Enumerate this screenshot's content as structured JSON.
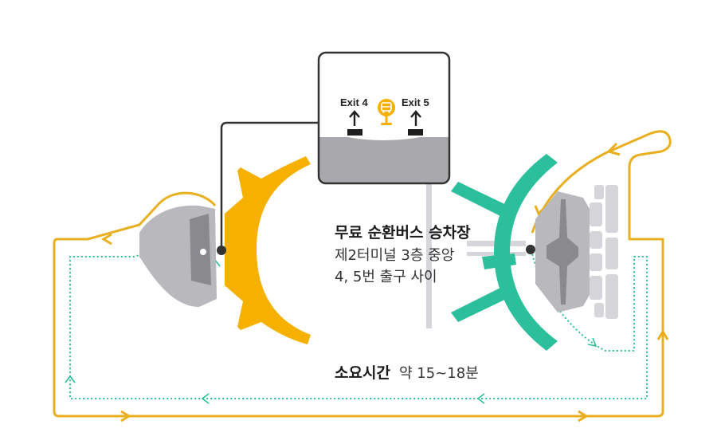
{
  "colors": {
    "terminal1": "#f5b000",
    "terminal2": "#2bbf9b",
    "route_line": "#e8b020",
    "route_dotted": "#2bbf9b",
    "callout_line": "#333333",
    "gray_building": "#b8b8bd",
    "dark_gray": "#8a8a8e",
    "light_gray": "#d6d6da"
  },
  "callout": {
    "exit_left": "Exit 4",
    "exit_right": "Exit 5",
    "icon": "bus-stop-icon"
  },
  "info": {
    "title": "무료 순환버스 승차장",
    "line1": "제2터미널 3층 중앙",
    "line2": "4, 5번 출구 사이"
  },
  "travel_time": {
    "label": "소요시간",
    "value": "약 15~18분"
  }
}
